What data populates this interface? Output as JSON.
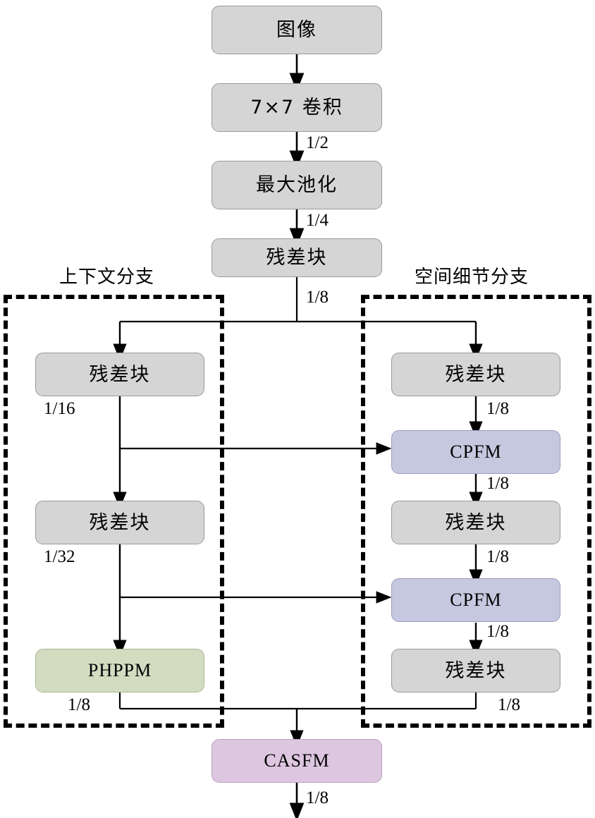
{
  "diagram": {
    "title": "Dual-branch segmentation network architecture",
    "colors": {
      "gray": "#d5d5d5",
      "blue": "#c6c8e0",
      "green": "#d3dcc0",
      "purple": "#ddc6e0",
      "stroke": "#000000",
      "node_border": "#9a9a9a"
    },
    "stem": {
      "image": "图像",
      "conv": "7×7 卷积",
      "maxpool": "最大池化",
      "resblock": "残差块"
    },
    "branch_labels": {
      "context": "上下文分支",
      "spatial": "空间细节分支"
    },
    "context_branch": {
      "res1": "残差块",
      "res2": "残差块",
      "phppm": "PHPPM"
    },
    "spatial_branch": {
      "res1": "残差块",
      "cpfm1": "CPFM",
      "res2": "残差块",
      "cpfm2": "CPFM",
      "res3": "残差块"
    },
    "fusion": {
      "casfm": "CASFM"
    },
    "scales": {
      "after_conv": "1/2",
      "after_maxpool": "1/4",
      "after_stem_res": "1/8",
      "ctx_res1": "1/16",
      "ctx_res2": "1/32",
      "ctx_phppm_out": "1/8",
      "sp_res1_out": "1/8",
      "sp_cpfm1_out": "1/8",
      "sp_res2_out": "1/8",
      "sp_cpfm2_out": "1/8",
      "sp_res3_out": "1/8",
      "casfm_out": "1/8"
    }
  }
}
